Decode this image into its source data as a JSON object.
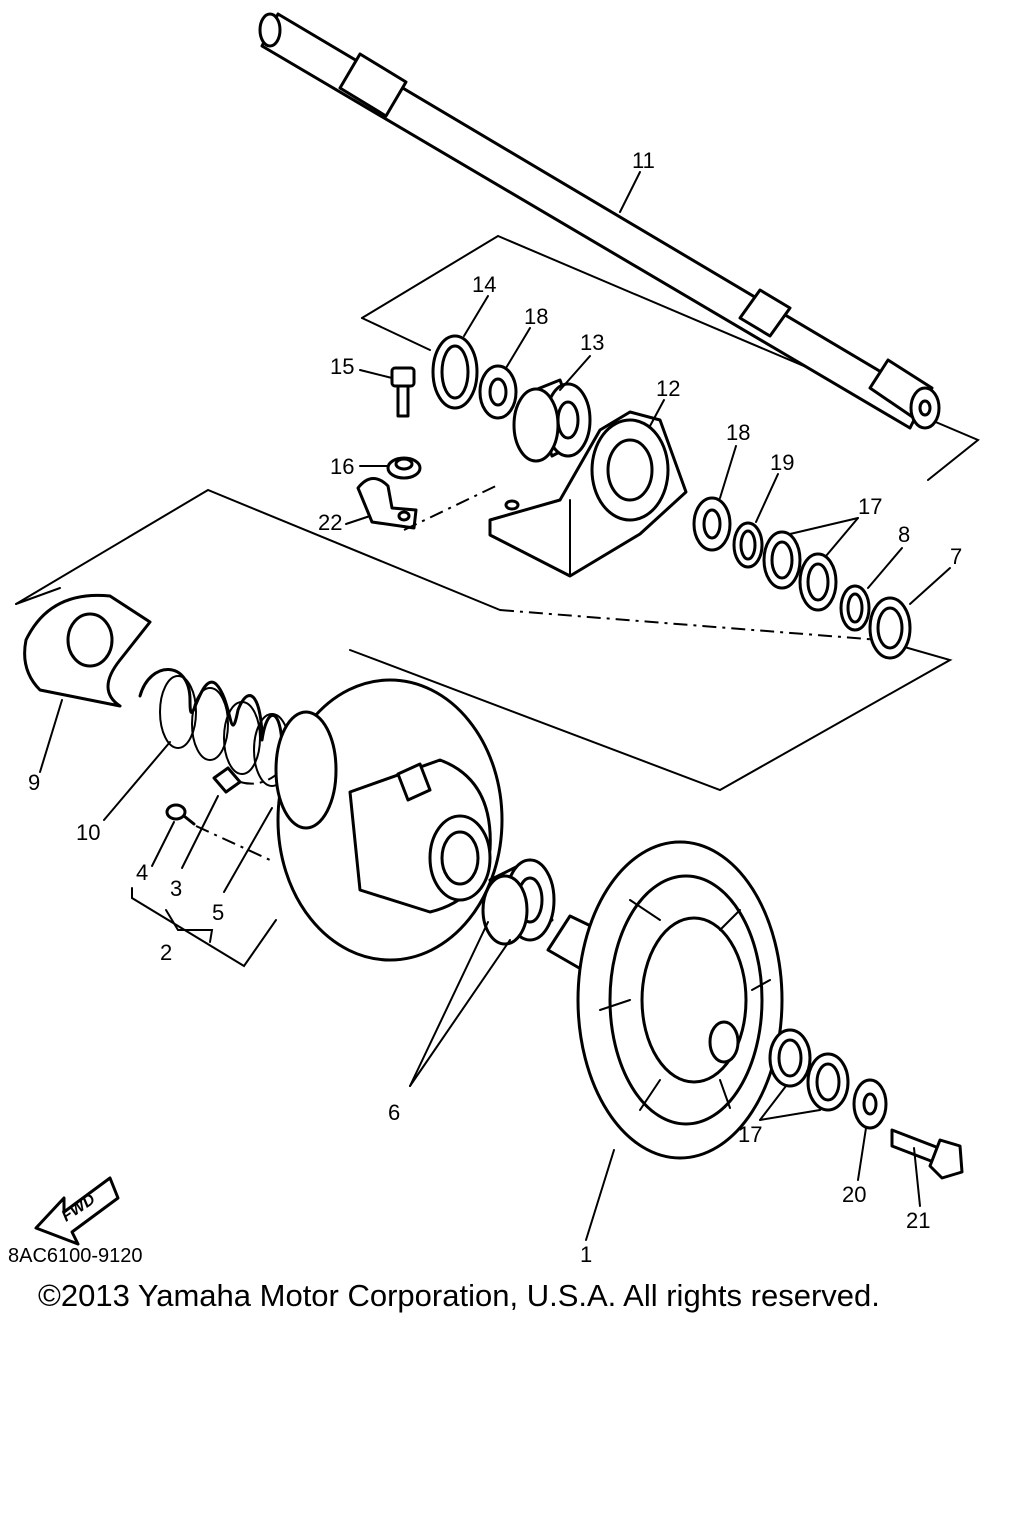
{
  "callouts": {
    "n1": "1",
    "n2": "2",
    "n3": "3",
    "n4": "4",
    "n5": "5",
    "n6": "6",
    "n7": "7",
    "n8": "8",
    "n9": "9",
    "n10": "10",
    "n11": "11",
    "n12": "12",
    "n13": "13",
    "n14": "14",
    "n15": "15",
    "n16": "16",
    "n17a": "17",
    "n17b": "17",
    "n18a": "18",
    "n18b": "18",
    "n19": "19",
    "n20": "20",
    "n21": "21",
    "n22": "22"
  },
  "fwd_label": "FWD",
  "diagram_code": "8AC6100-9120",
  "copyright": "©2013 Yamaha Motor Corporation, U.S.A. All rights reserved."
}
